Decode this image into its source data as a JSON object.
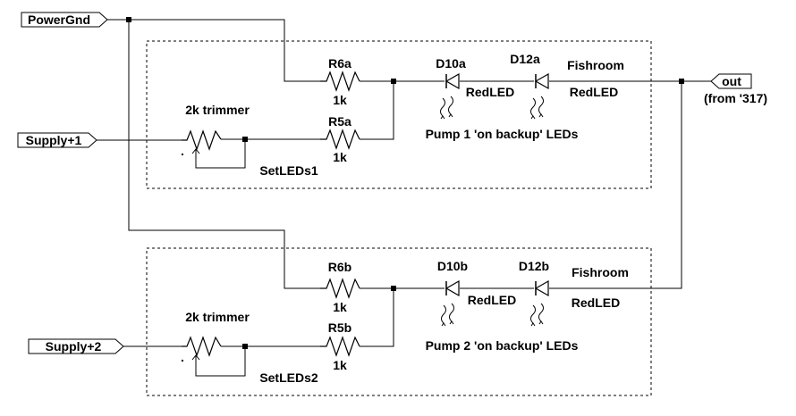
{
  "ports": {
    "powergnd": "PowerGnd",
    "supply1": "Supply+1",
    "supply2": "Supply+2",
    "out": "out",
    "out_note": "(from '317)"
  },
  "section1": {
    "r6_name": "R6a",
    "r6_value": "1k",
    "r5_name": "R5a",
    "r5_value": "1k",
    "d10_name": "D10a",
    "d10_type": "RedLED",
    "d12_name": "D12a",
    "d12_type": "RedLED",
    "d12_label": "Fishroom",
    "trimmer_label": "2k trimmer",
    "trimmer_name": "SetLEDs1",
    "group_label": "Pump 1 'on backup' LEDs"
  },
  "section2": {
    "r6_name": "R6b",
    "r6_value": "1k",
    "r5_name": "R5b",
    "r5_value": "1k",
    "d10_name": "D10b",
    "d10_type": "RedLED",
    "d12_name": "D12b",
    "d12_type": "RedLED",
    "d12_label": "Fishroom",
    "trimmer_label": "2k trimmer",
    "trimmer_name": "SetLEDs2",
    "group_label": "Pump 2 'on backup' LEDs"
  }
}
